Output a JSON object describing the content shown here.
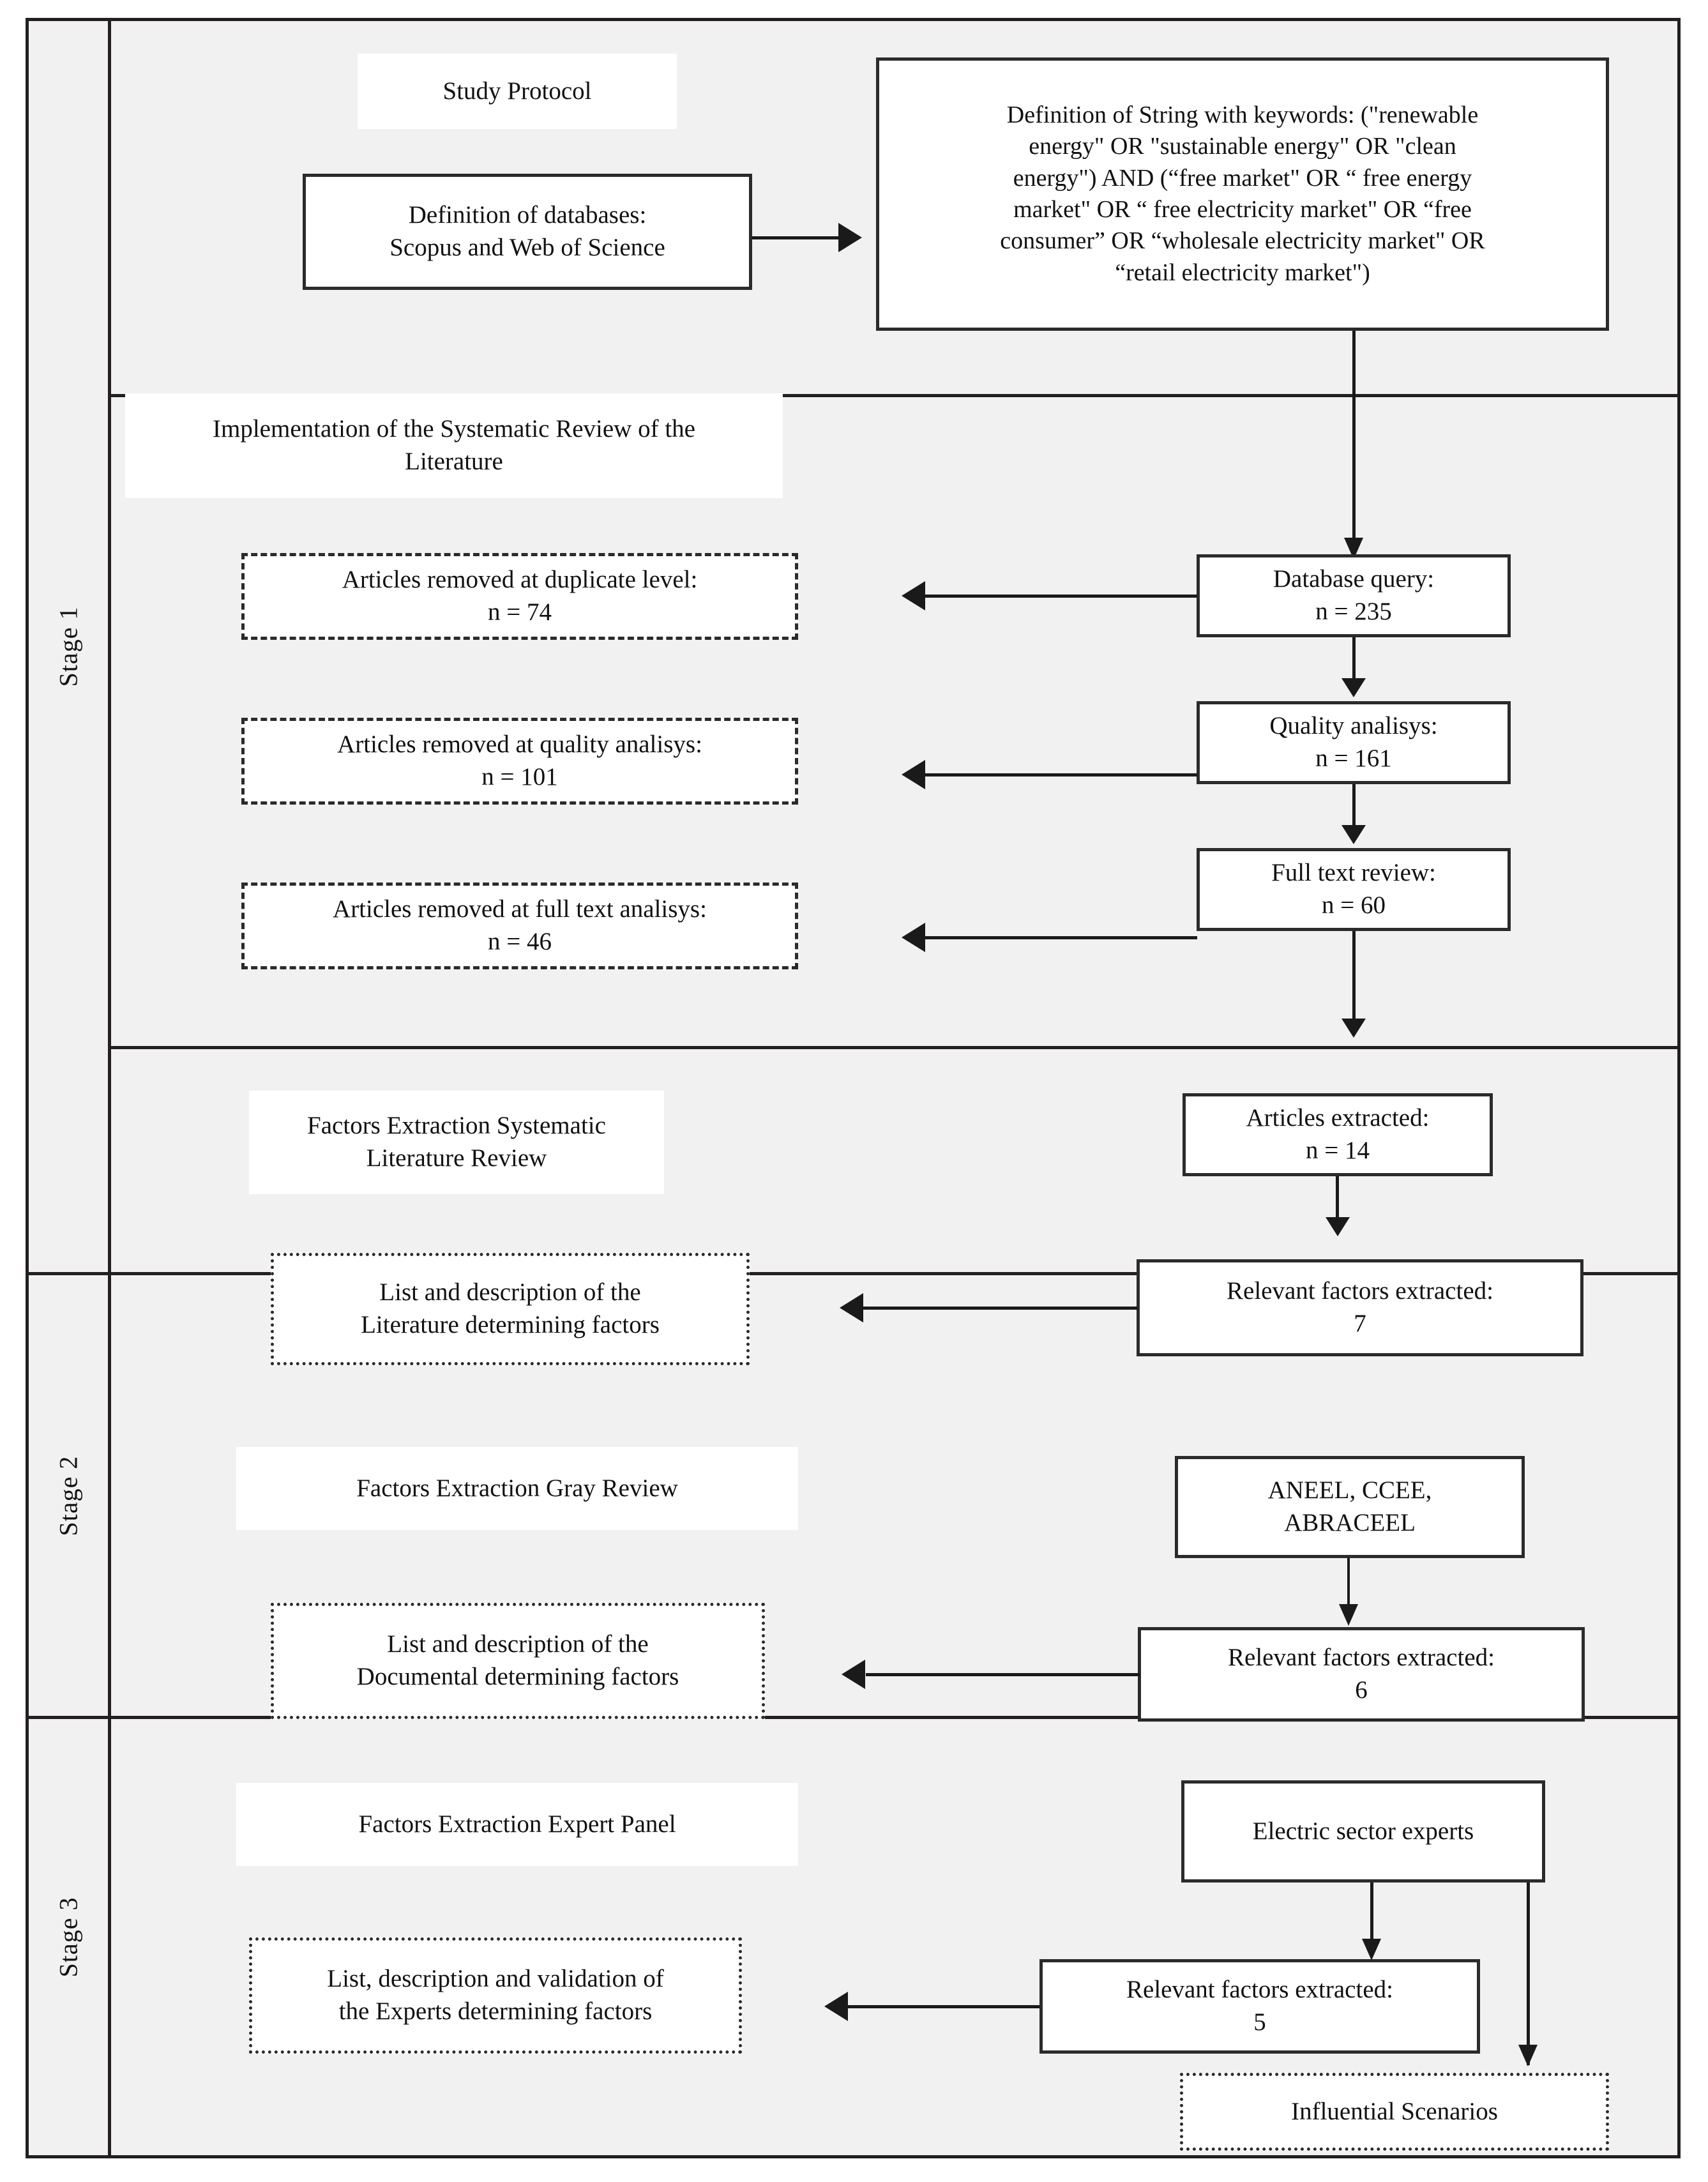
{
  "diagram": {
    "title": "Three-stage methodology flowchart for determining factors in the free energy market",
    "type": "flowchart",
    "stage_colors": {
      "stage1": "#f1f1f1",
      "stage2": "#d7d7d7",
      "stage3": "#bcbcbc",
      "border": "#231f20",
      "node_border": "#2b2b2b",
      "node_fill": "#ffffff"
    }
  },
  "stage_labels": {
    "stage1": "Stage 1",
    "stage2": "Stage 2",
    "stage3": "Stage 3"
  },
  "stage1": {
    "protocol_section": {
      "heading": "Study Protocol",
      "databases_box": {
        "line1": "Definition of databases:",
        "line2": "Scopus and Web of Science"
      },
      "string_box": {
        "line1": "Definition of String with keywords: (\"renewable",
        "line2": "energy\" OR \"sustainable energy\" OR \"clean",
        "line3": "energy\") AND (“free market\" OR “ free energy",
        "line4": "market\" OR “ free electricity market\" OR “free",
        "line5": "consumer” OR “wholesale electricity market\" OR",
        "line6": "“retail electricity market\")"
      }
    },
    "review_section": {
      "heading_line1": "Implementation of the  Systematic Review of the",
      "heading_line2": "Literature",
      "flow": [
        {
          "label": "Database query:",
          "count": "n = 235"
        },
        {
          "label": "Quality analisys:",
          "count": "n = 161"
        },
        {
          "label": "Full text review:",
          "count": "n = 60"
        }
      ],
      "removed": [
        {
          "label": "Articles removed at duplicate level:",
          "count": "n = 74"
        },
        {
          "label": "Articles removed at quality analisys:",
          "count": "n = 101"
        },
        {
          "label": "Articles removed at full text analisys:",
          "count": "n = 46"
        }
      ]
    },
    "extraction_section": {
      "heading_line1": "Factors Extraction Systematic",
      "heading_line2": "Literature Review",
      "articles_extracted": {
        "label": "Articles extracted:",
        "count": "n = 14"
      },
      "relevant_factors": {
        "label": "Relevant factors extracted:",
        "count": "7"
      },
      "output": {
        "line1": "List and description of the",
        "line2": "Literature determining factors"
      }
    }
  },
  "stage2": {
    "heading": "Factors Extraction Gray Review",
    "sources": {
      "line1": "ANEEL, CCEE,",
      "line2": "ABRACEEL"
    },
    "relevant_factors": {
      "label": "Relevant  factors  extracted:",
      "count": "6"
    },
    "output": {
      "line1": "List and description of the",
      "line2": "Documental determining factors"
    }
  },
  "stage3": {
    "heading": "Factors Extraction Expert Panel",
    "experts": "Electric sector experts",
    "relevant_factors": {
      "label": "Relevant factors extracted:",
      "count": "5"
    },
    "output": {
      "line1": "List, description and validation of",
      "line2": "the Experts determining factors"
    },
    "scenarios": "Influential Scenarios"
  }
}
